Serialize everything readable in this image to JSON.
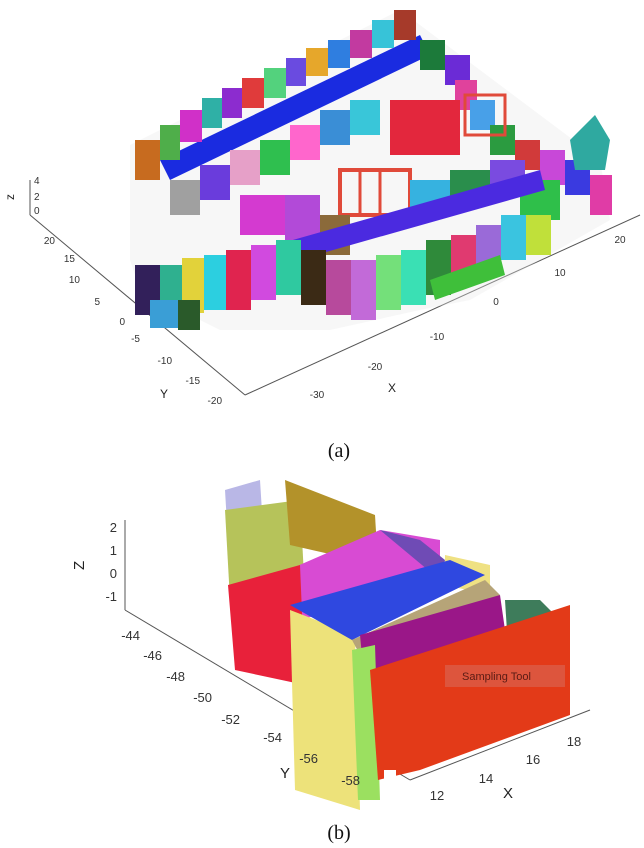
{
  "figure_a": {
    "caption": "(a)",
    "axes": {
      "x": {
        "label": "X",
        "ticks": [
          "-30",
          "-20",
          "-10",
          "0",
          "10",
          "20"
        ]
      },
      "y": {
        "label": "Y",
        "ticks": [
          "-20",
          "-15",
          "-10",
          "-5",
          "0",
          "5",
          "10",
          "15",
          "20"
        ]
      },
      "z": {
        "label": "z",
        "ticks": [
          "0",
          "2",
          "4"
        ]
      }
    }
  },
  "figure_b": {
    "caption": "(b)",
    "axes": {
      "x": {
        "label": "X",
        "ticks": [
          "12",
          "14",
          "16",
          "18"
        ]
      },
      "y": {
        "label": "Y",
        "ticks": [
          "-44",
          "-46",
          "-48",
          "-50",
          "-52",
          "-54",
          "-56",
          "-58"
        ]
      },
      "z": {
        "label": "Z",
        "ticks": [
          "2",
          "1",
          "0",
          "-1"
        ]
      }
    },
    "overlay_text": "Sampling Tool"
  }
}
